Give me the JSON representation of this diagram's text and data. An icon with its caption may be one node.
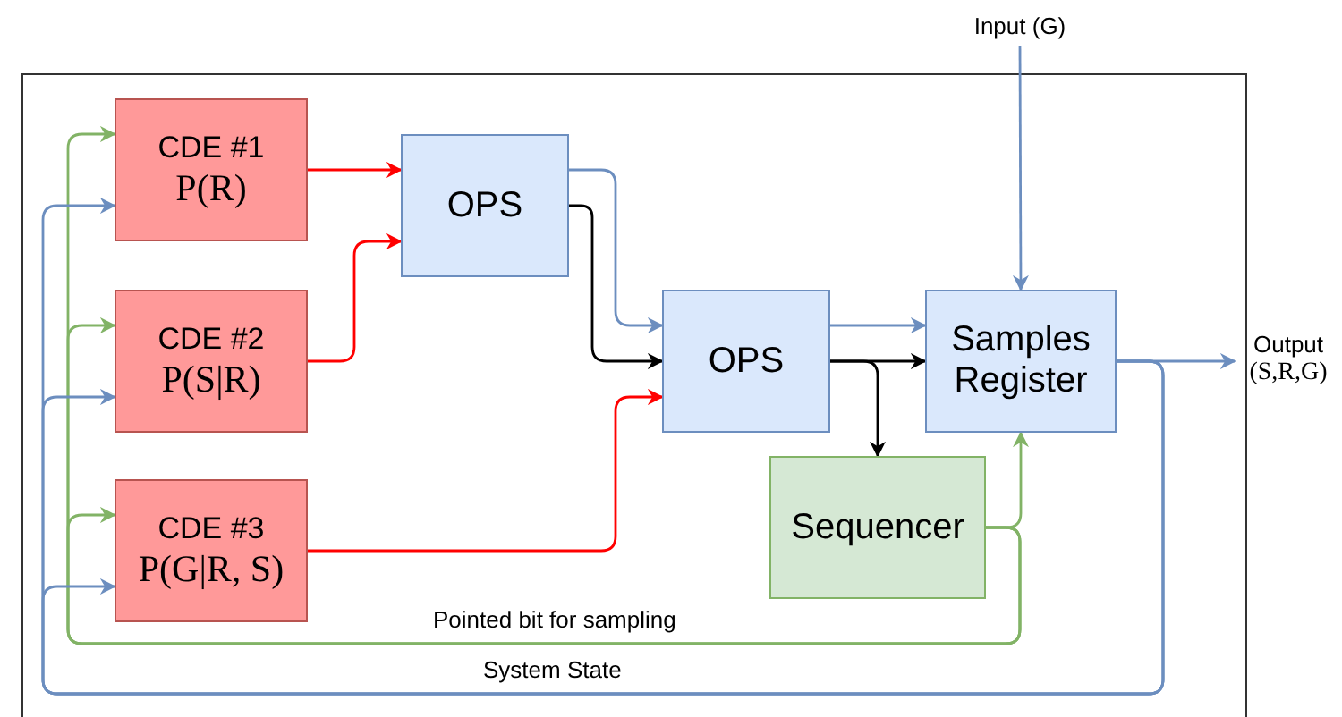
{
  "diagram": {
    "nodes": [
      {
        "text": [
          "CDE #1",
          "P(R)"
        ]
      },
      {
        "text": [
          "CDE #2",
          "P(S|R)"
        ]
      },
      {
        "text": [
          "CDE #3",
          "P(G|R, S)"
        ]
      },
      {
        "text": [
          "OPS"
        ]
      },
      {
        "text": [
          "OPS"
        ]
      },
      {
        "text": [
          "Samples Register"
        ]
      },
      {
        "text": [
          "Sequencer"
        ]
      },
      {
        "text": [
          "Input (G)"
        ]
      },
      {
        "text": [
          "Output",
          "(S,R,G)"
        ]
      }
    ],
    "edges": [
      {
        "from": 0,
        "to": 3,
        "arrow": "to",
        "color": "#ff0000"
      },
      {
        "from": 1,
        "to": 3,
        "arrow": "to",
        "color": "#ff0000"
      },
      {
        "from": 3,
        "to": 4,
        "arrow": "to"
      },
      {
        "from": 3,
        "to": 4,
        "arrow": "to",
        "color": "#000000"
      },
      {
        "from": 2,
        "to": 4,
        "arrow": "to",
        "color": "#ff0000"
      },
      {
        "from": 4,
        "to": 5,
        "arrow": "to"
      },
      {
        "from": 4,
        "to": 5,
        "arrow": "to",
        "color": "#000000"
      },
      {
        "from": 4,
        "to": 6,
        "arrow": "to",
        "color": "#000000"
      },
      {
        "from": 7,
        "to": 5,
        "arrow": "to"
      },
      {
        "from": 5,
        "to": 8,
        "arrow": "to"
      },
      {
        "from": 6,
        "to": 5,
        "arrow": "to",
        "color": "#82b366"
      },
      {
        "from": 6,
        "to": 0,
        "arrow": "to",
        "color": "#82b366",
        "label": "Pointed bit for sampling"
      },
      {
        "from": 6,
        "to": 1,
        "arrow": "to",
        "color": "#82b366"
      },
      {
        "from": 6,
        "to": 2,
        "arrow": "to",
        "color": "#82b366"
      },
      {
        "from": 5,
        "to": 0,
        "arrow": "to",
        "label": "System State"
      },
      {
        "from": 5,
        "to": 1,
        "arrow": "to"
      },
      {
        "from": 5,
        "to": 2,
        "arrow": "to"
      }
    ]
  }
}
